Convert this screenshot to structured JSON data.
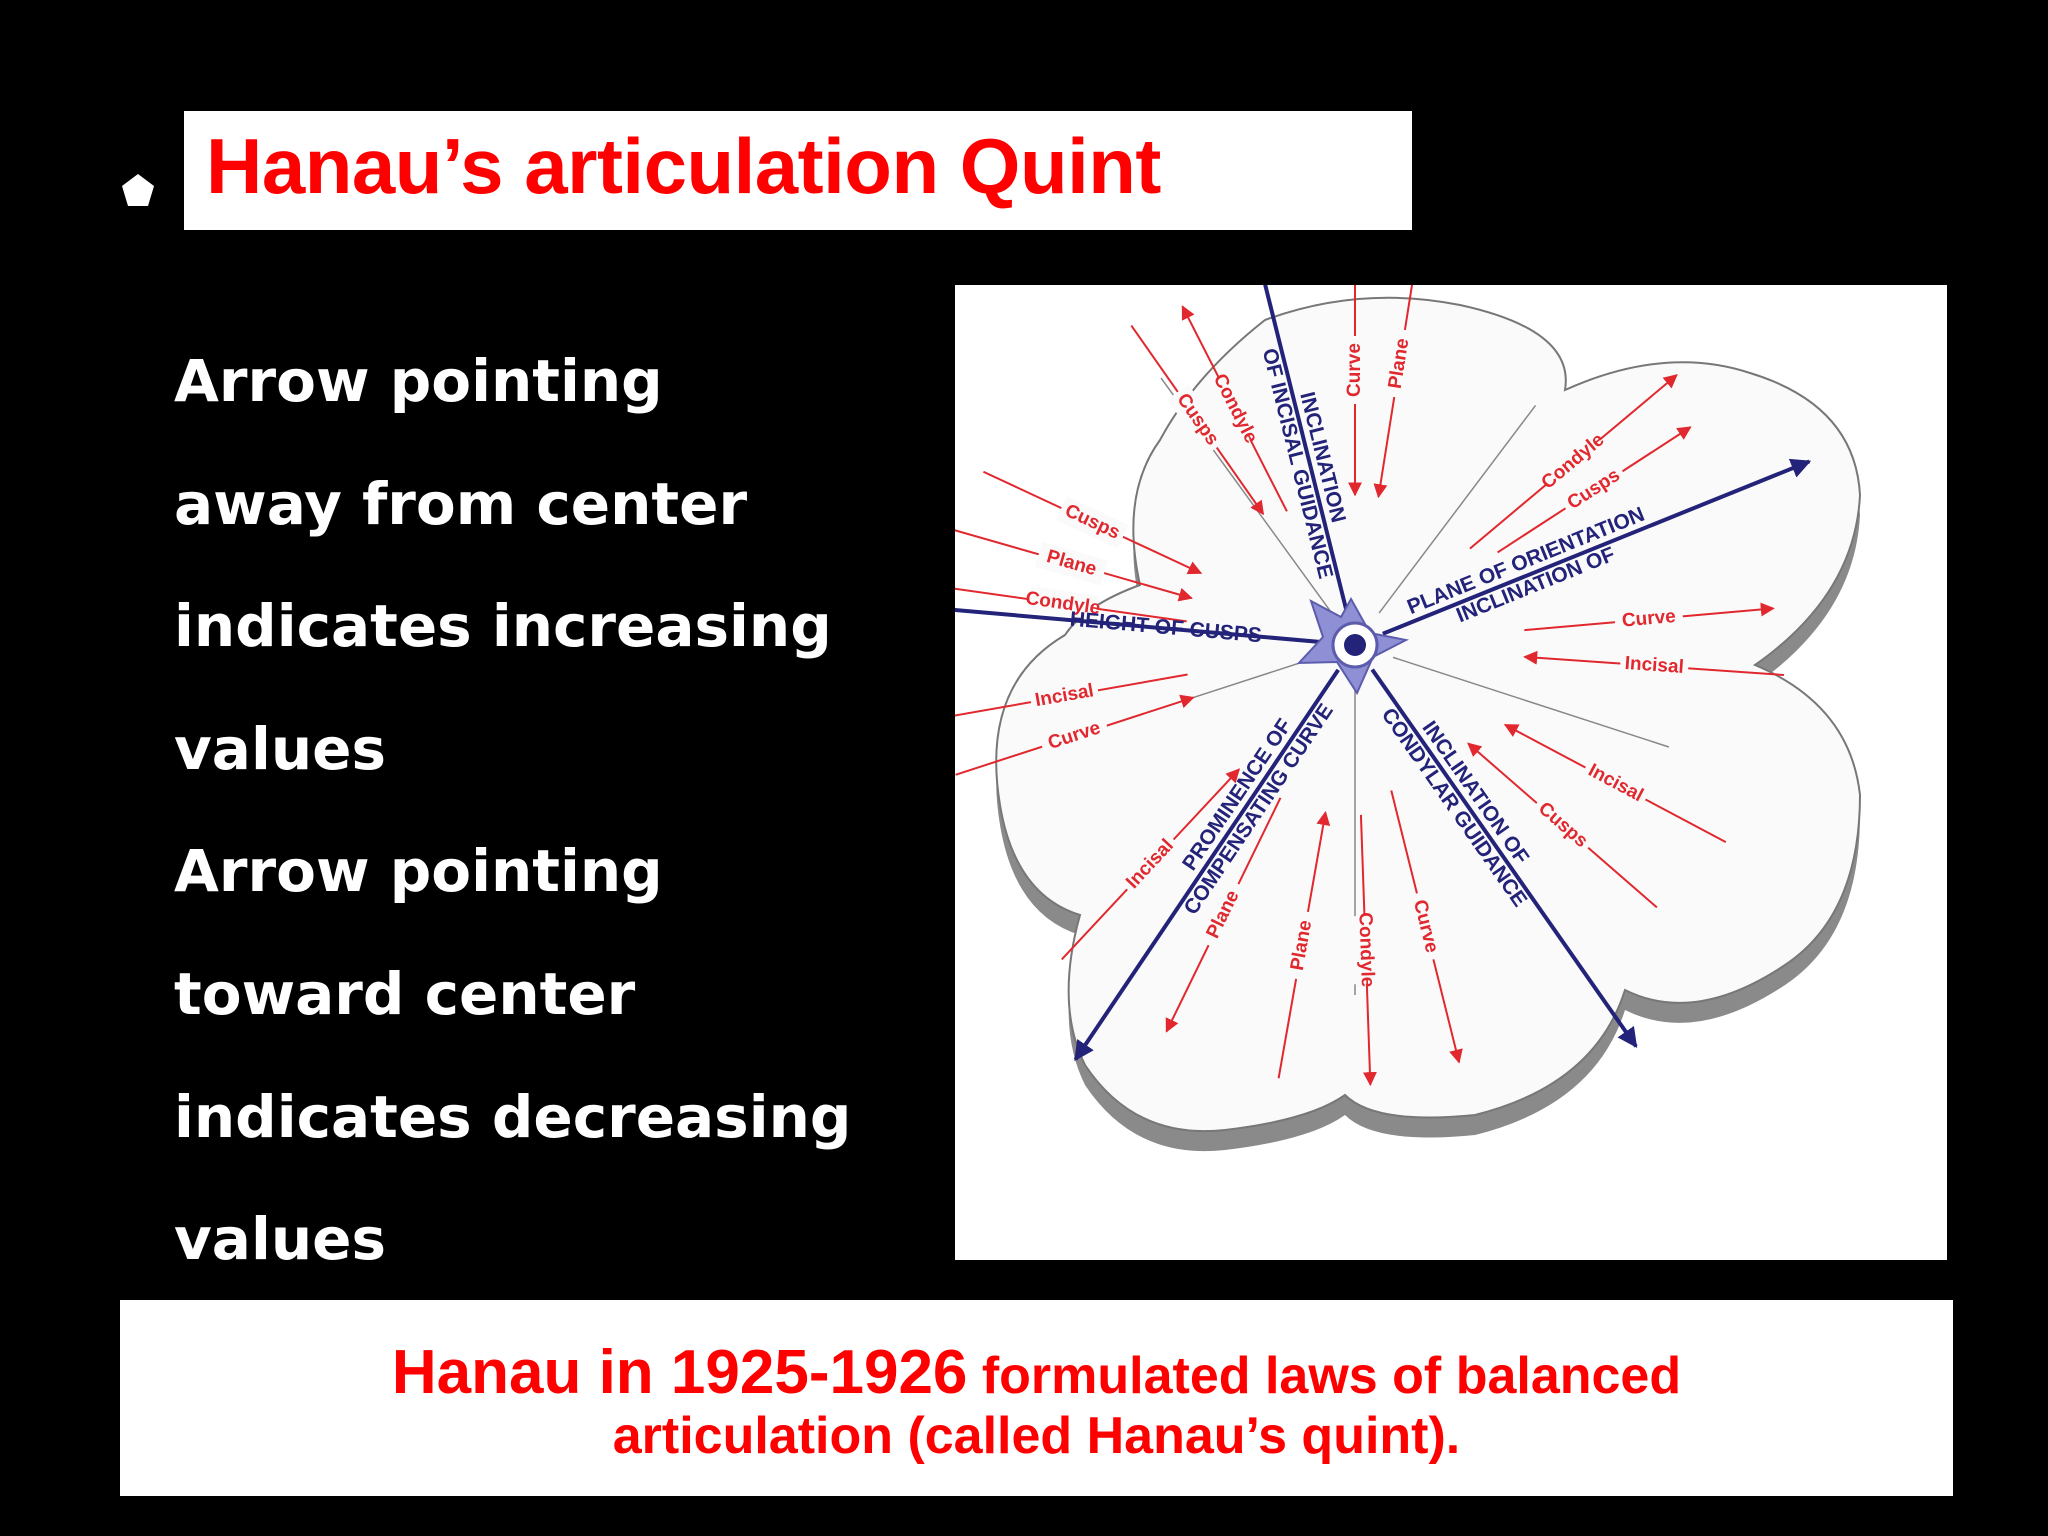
{
  "slide": {
    "title": "Hanau’s articulation Quint",
    "body_lines": [
      "Arrow pointing",
      "away from center",
      "indicates increasing",
      "values",
      "Arrow pointing",
      "toward center",
      "indicates decreasing",
      "values"
    ],
    "footer_lead": "Hanau in 1925-1926",
    "footer_rest": " formulated laws of balanced",
    "footer_line2": "articulation (called Hanau’s quint)."
  },
  "diagram": {
    "main_axes": [
      {
        "id": "incisal-guidance",
        "lines": [
          "INCLINATION",
          "OF INCISAL GUIDANCE"
        ]
      },
      {
        "id": "plane-orientation",
        "lines": [
          "PLANE OF ORIENTATION",
          "INCLINATION OF"
        ]
      },
      {
        "id": "condylar-guidance",
        "lines": [
          "INCLINATION OF",
          "CONDYLAR GUIDANCE"
        ]
      },
      {
        "id": "compensating-curve",
        "lines": [
          "PROMINENCE OF",
          "COMPENSATING CURVE"
        ]
      },
      {
        "id": "height-cusps",
        "lines": [
          "HEIGHT OF CUSPS"
        ]
      }
    ],
    "minor_labels": [
      "Plane",
      "Curve",
      "Cusps",
      "Condyle",
      "Condyle",
      "Cusps",
      "Curve",
      "Incisal",
      "Incisal",
      "Cusps",
      "Curve",
      "Plane",
      "Condyle",
      "Plane",
      "Incisal",
      "Curve",
      "Incisal",
      "Condyle",
      "Plane",
      "Cusps"
    ],
    "colors": {
      "main_arrow": "#23237a",
      "minor_arrow": "#e0282e",
      "hub": "#8f8fd6"
    }
  }
}
